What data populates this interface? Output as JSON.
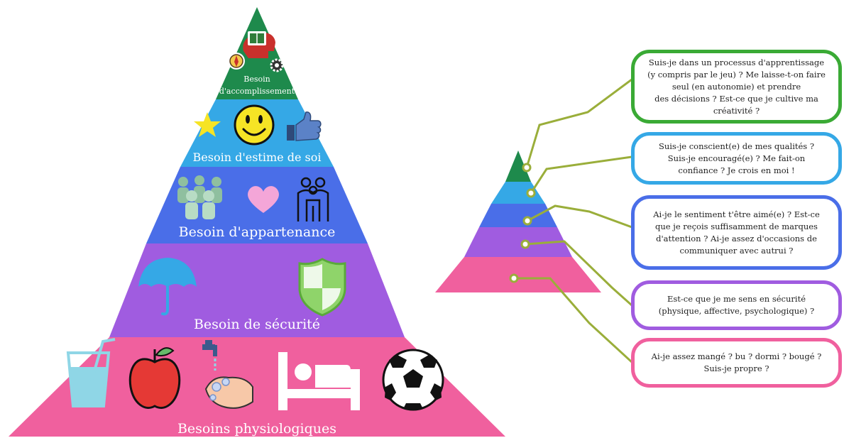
{
  "colors": {
    "accomplissement": "#1e8a4c",
    "estime": "#35a8e6",
    "appartenance": "#4a6ee8",
    "securite": "#a05ce0",
    "physiologique": "#f0609e",
    "connector": "#9aae3a",
    "bubble_borders": [
      "#3aaa35",
      "#35a8e6",
      "#4a6ee8",
      "#a05ce0",
      "#f0609e"
    ]
  },
  "pyramid": {
    "levels": [
      {
        "id": "accomplissement",
        "label_line1": "Besoin",
        "label_line2": "d'accomplissement",
        "icons": [
          "head-with-book-icon",
          "compass-icon",
          "gear-icon"
        ]
      },
      {
        "id": "estime",
        "label": "Besoin d'estime de soi",
        "icons": [
          "star-icon",
          "smiley-icon",
          "thumbs-up-icon"
        ]
      },
      {
        "id": "appartenance",
        "label": "Besoin d'appartenance",
        "icons": [
          "group-of-people-icon",
          "heart-icon",
          "family-icon"
        ]
      },
      {
        "id": "securite",
        "label": "Besoin de sécurité",
        "icons": [
          "umbrella-icon",
          "shield-icon"
        ]
      },
      {
        "id": "physiologique",
        "label": "Besoins physiologiques",
        "icons": [
          "glass-with-straw-icon",
          "apple-icon",
          "hand-washing-icon",
          "bed-icon",
          "soccer-ball-icon"
        ]
      }
    ]
  },
  "questions": [
    {
      "level": "accomplissement",
      "text": "Suis-je dans un processus d'apprentissage\n(y compris par le jeu) ?  Me laisse-t-on faire\nseul (en autonomie) et prendre\ndes décisions ? Est-ce que je cultive ma\ncréativité ?"
    },
    {
      "level": "estime",
      "text": "Suis-je conscient(e) de mes qualités ?\nSuis-je encouragé(e) ? Me fait-on\nconfiance ? Je crois en moi !"
    },
    {
      "level": "appartenance",
      "text": "Ai-je le sentiment t'être aimé(e) ? Est-ce\nque je reçois suffisamment de marques\nd'attention ? Ai-je assez d'occasions de\ncommuniquer avec autrui ?"
    },
    {
      "level": "securite",
      "text": "Est-ce que je me sens en sécurité\n(physique, affective, psychologique) ?"
    },
    {
      "level": "physiologique",
      "text": "Ai-je assez mangé ? bu ? dormi ? bougé ?\nSuis-je propre ?"
    }
  ]
}
